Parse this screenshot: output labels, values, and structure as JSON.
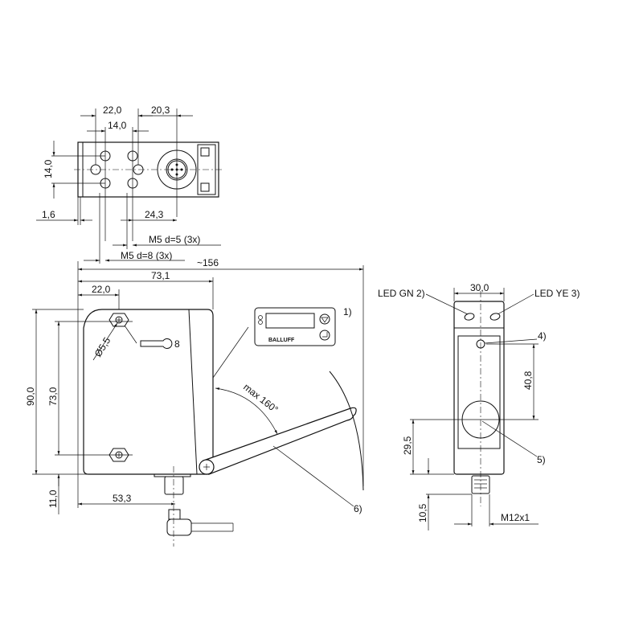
{
  "top_view": {
    "dim_22": "22,0",
    "dim_20_3": "20,3",
    "dim_14_h": "14,0",
    "dim_14_v": "14,0",
    "dim_1_6": "1,6",
    "dim_24_3": "24,3",
    "m5_d5": "M5 d=5  (3x)",
    "m5_d8": "M5 d=8  (3x)",
    "dim_156": "~156"
  },
  "side_view": {
    "dim_73_1": "73,1",
    "dim_22": "22,0",
    "dim_90": "90,0",
    "dim_73": "73,0",
    "dim_11": "11,0",
    "dim_53_3": "53,3",
    "hole_dia": "Ø5,5",
    "wrench_size": "8",
    "angle": "max 160°",
    "note_1": "1)",
    "note_6": "6)",
    "display_brand": "BALLUFF"
  },
  "front_view": {
    "dim_30": "30,0",
    "led_gn": "LED GN 2)",
    "led_ye": "LED YE 3)",
    "note_4": "4)",
    "note_5": "5)",
    "dim_40_8": "40,8",
    "dim_29_5": "29,5",
    "dim_10_5": "10,5",
    "thread": "M12x1"
  }
}
